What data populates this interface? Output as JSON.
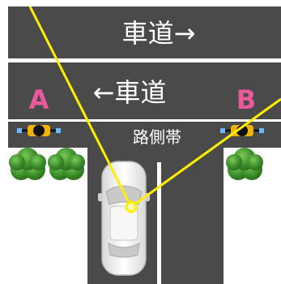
{
  "labels": {
    "road_upper": "車道→",
    "road_lower": "←車道",
    "roadside_strip": "路側帯",
    "point_a": "A",
    "point_b": "B"
  },
  "colors": {
    "road": "#4a4a4a",
    "lane_line": "#ffffff",
    "sight_line": "#ffee00",
    "label_ab": "#e85a9a",
    "bush": "#3c8f2a",
    "car": "#ececec"
  },
  "icons": [
    "bicycle-icon",
    "bush-icon",
    "car-icon"
  ]
}
